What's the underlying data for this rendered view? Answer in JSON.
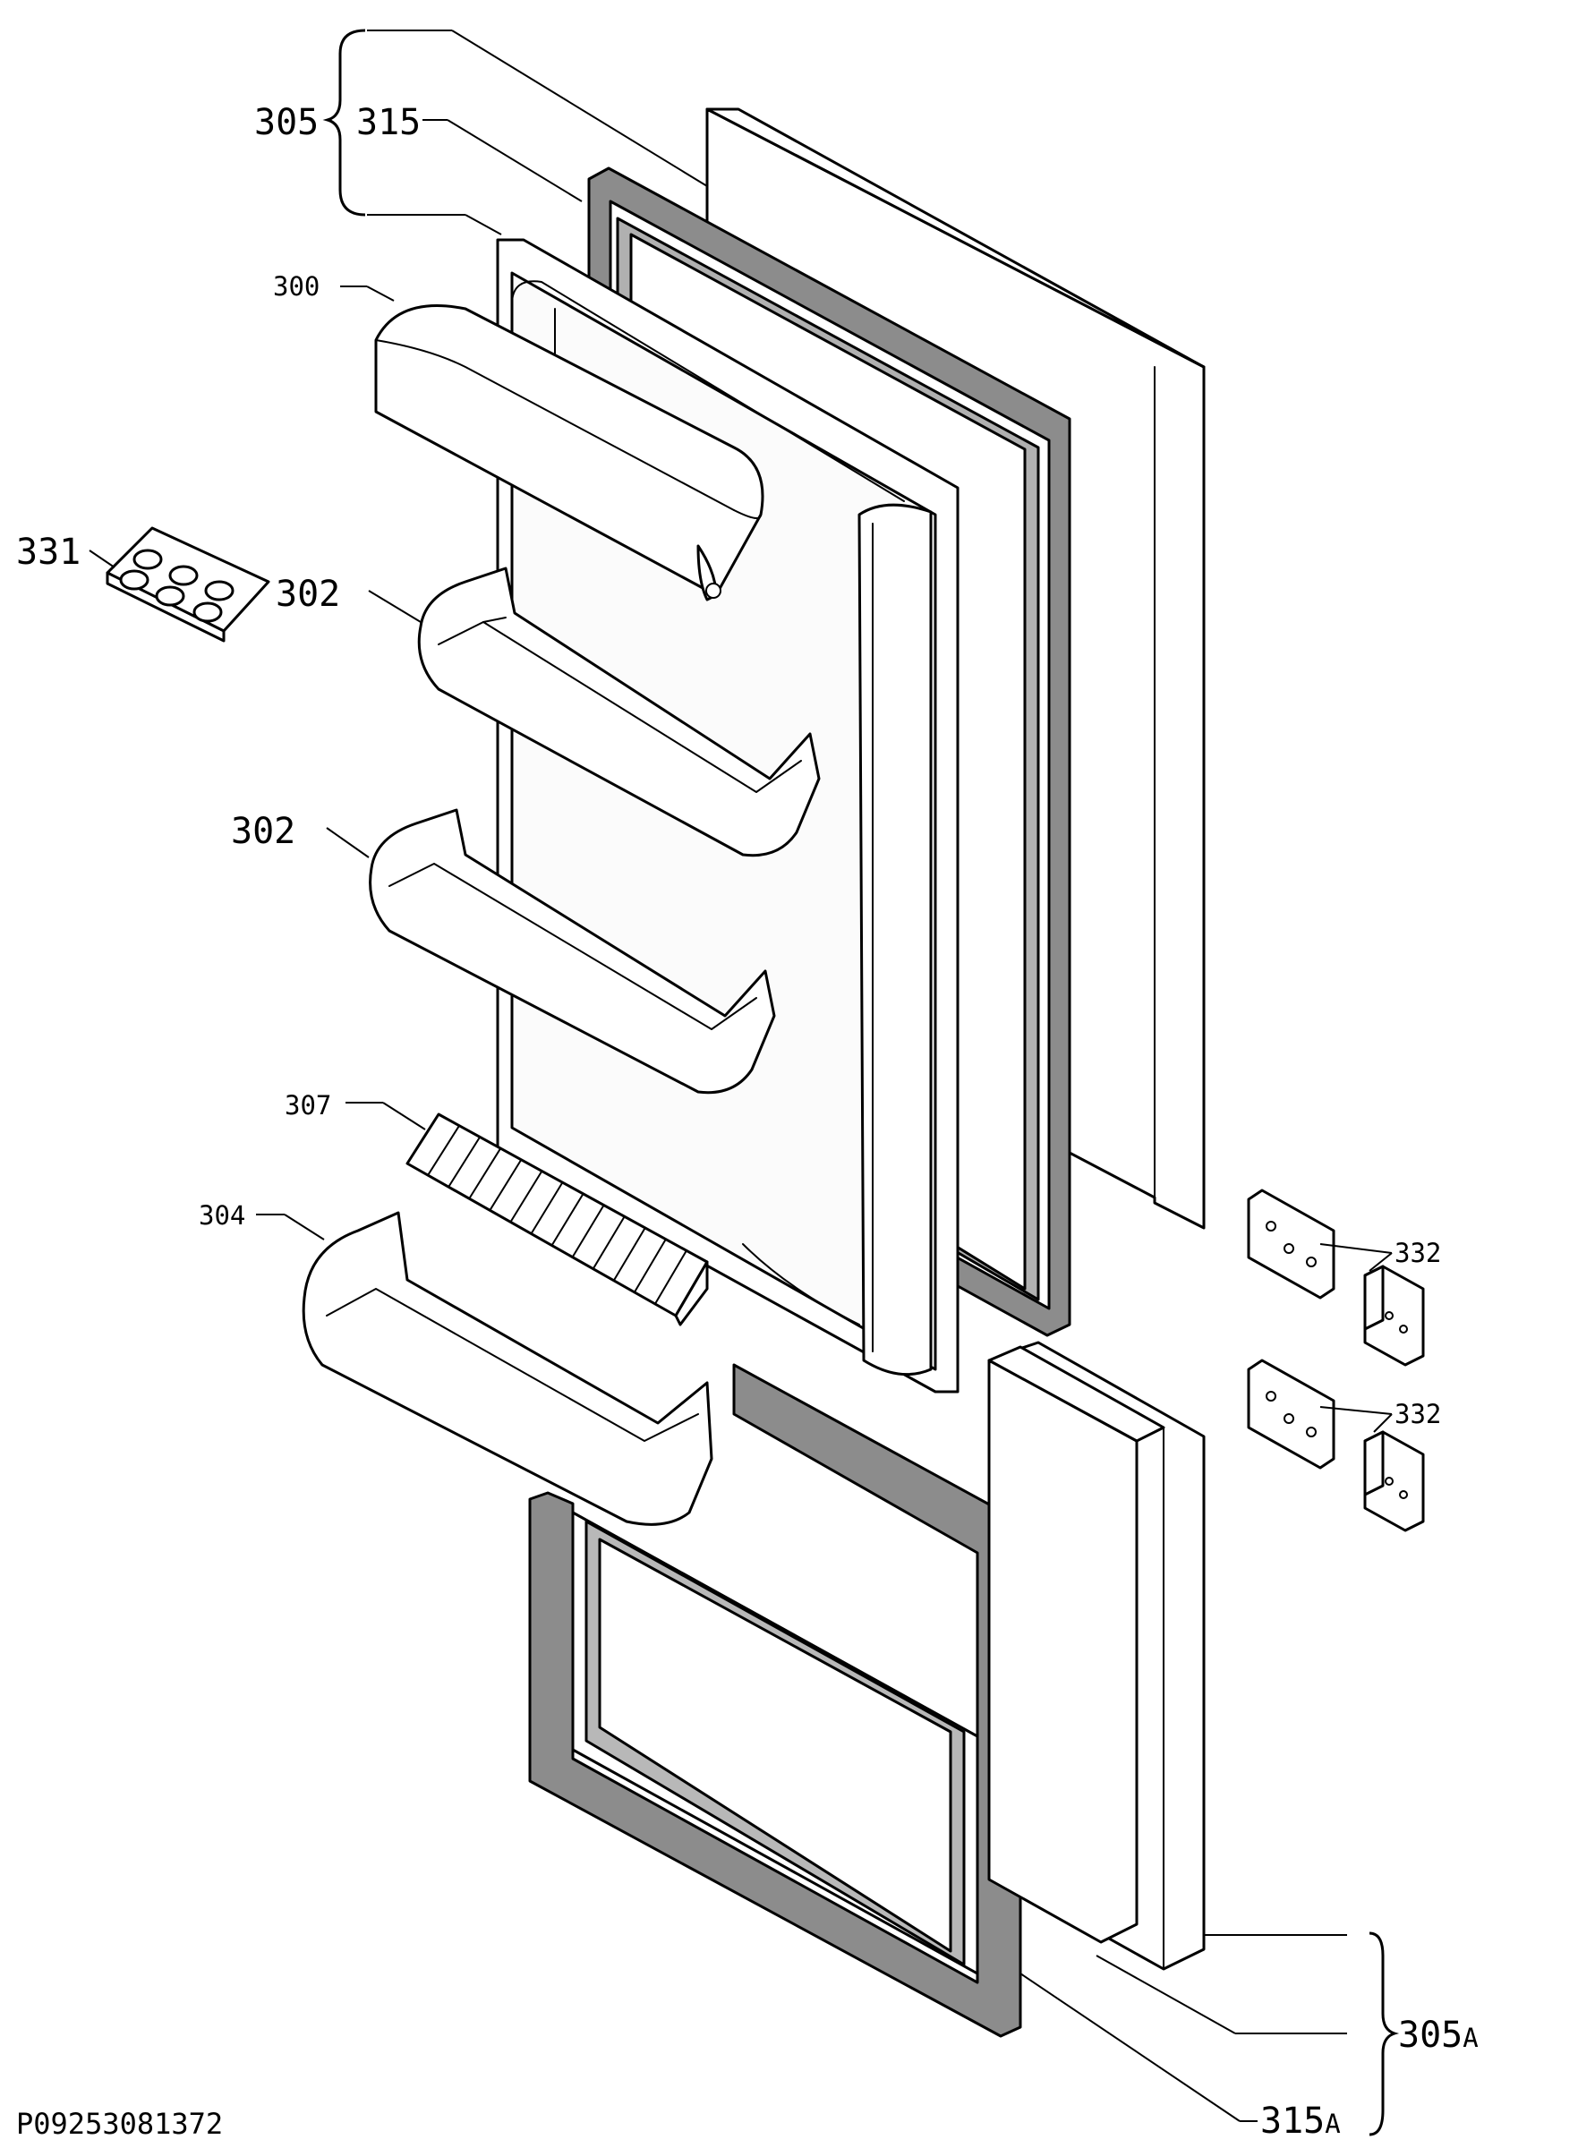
{
  "diagram": {
    "part_labels": {
      "p305": "305",
      "p315": "315",
      "p300": "300",
      "p331": "331",
      "p302a": "302",
      "p302b": "302",
      "p307": "307",
      "p304": "304",
      "p332a": "332",
      "p332b": "332",
      "p305a_num": "305",
      "p305a_suffix": "A",
      "p315a_num": "315",
      "p315a_suffix": "A"
    },
    "document_id": "P09253081372"
  }
}
